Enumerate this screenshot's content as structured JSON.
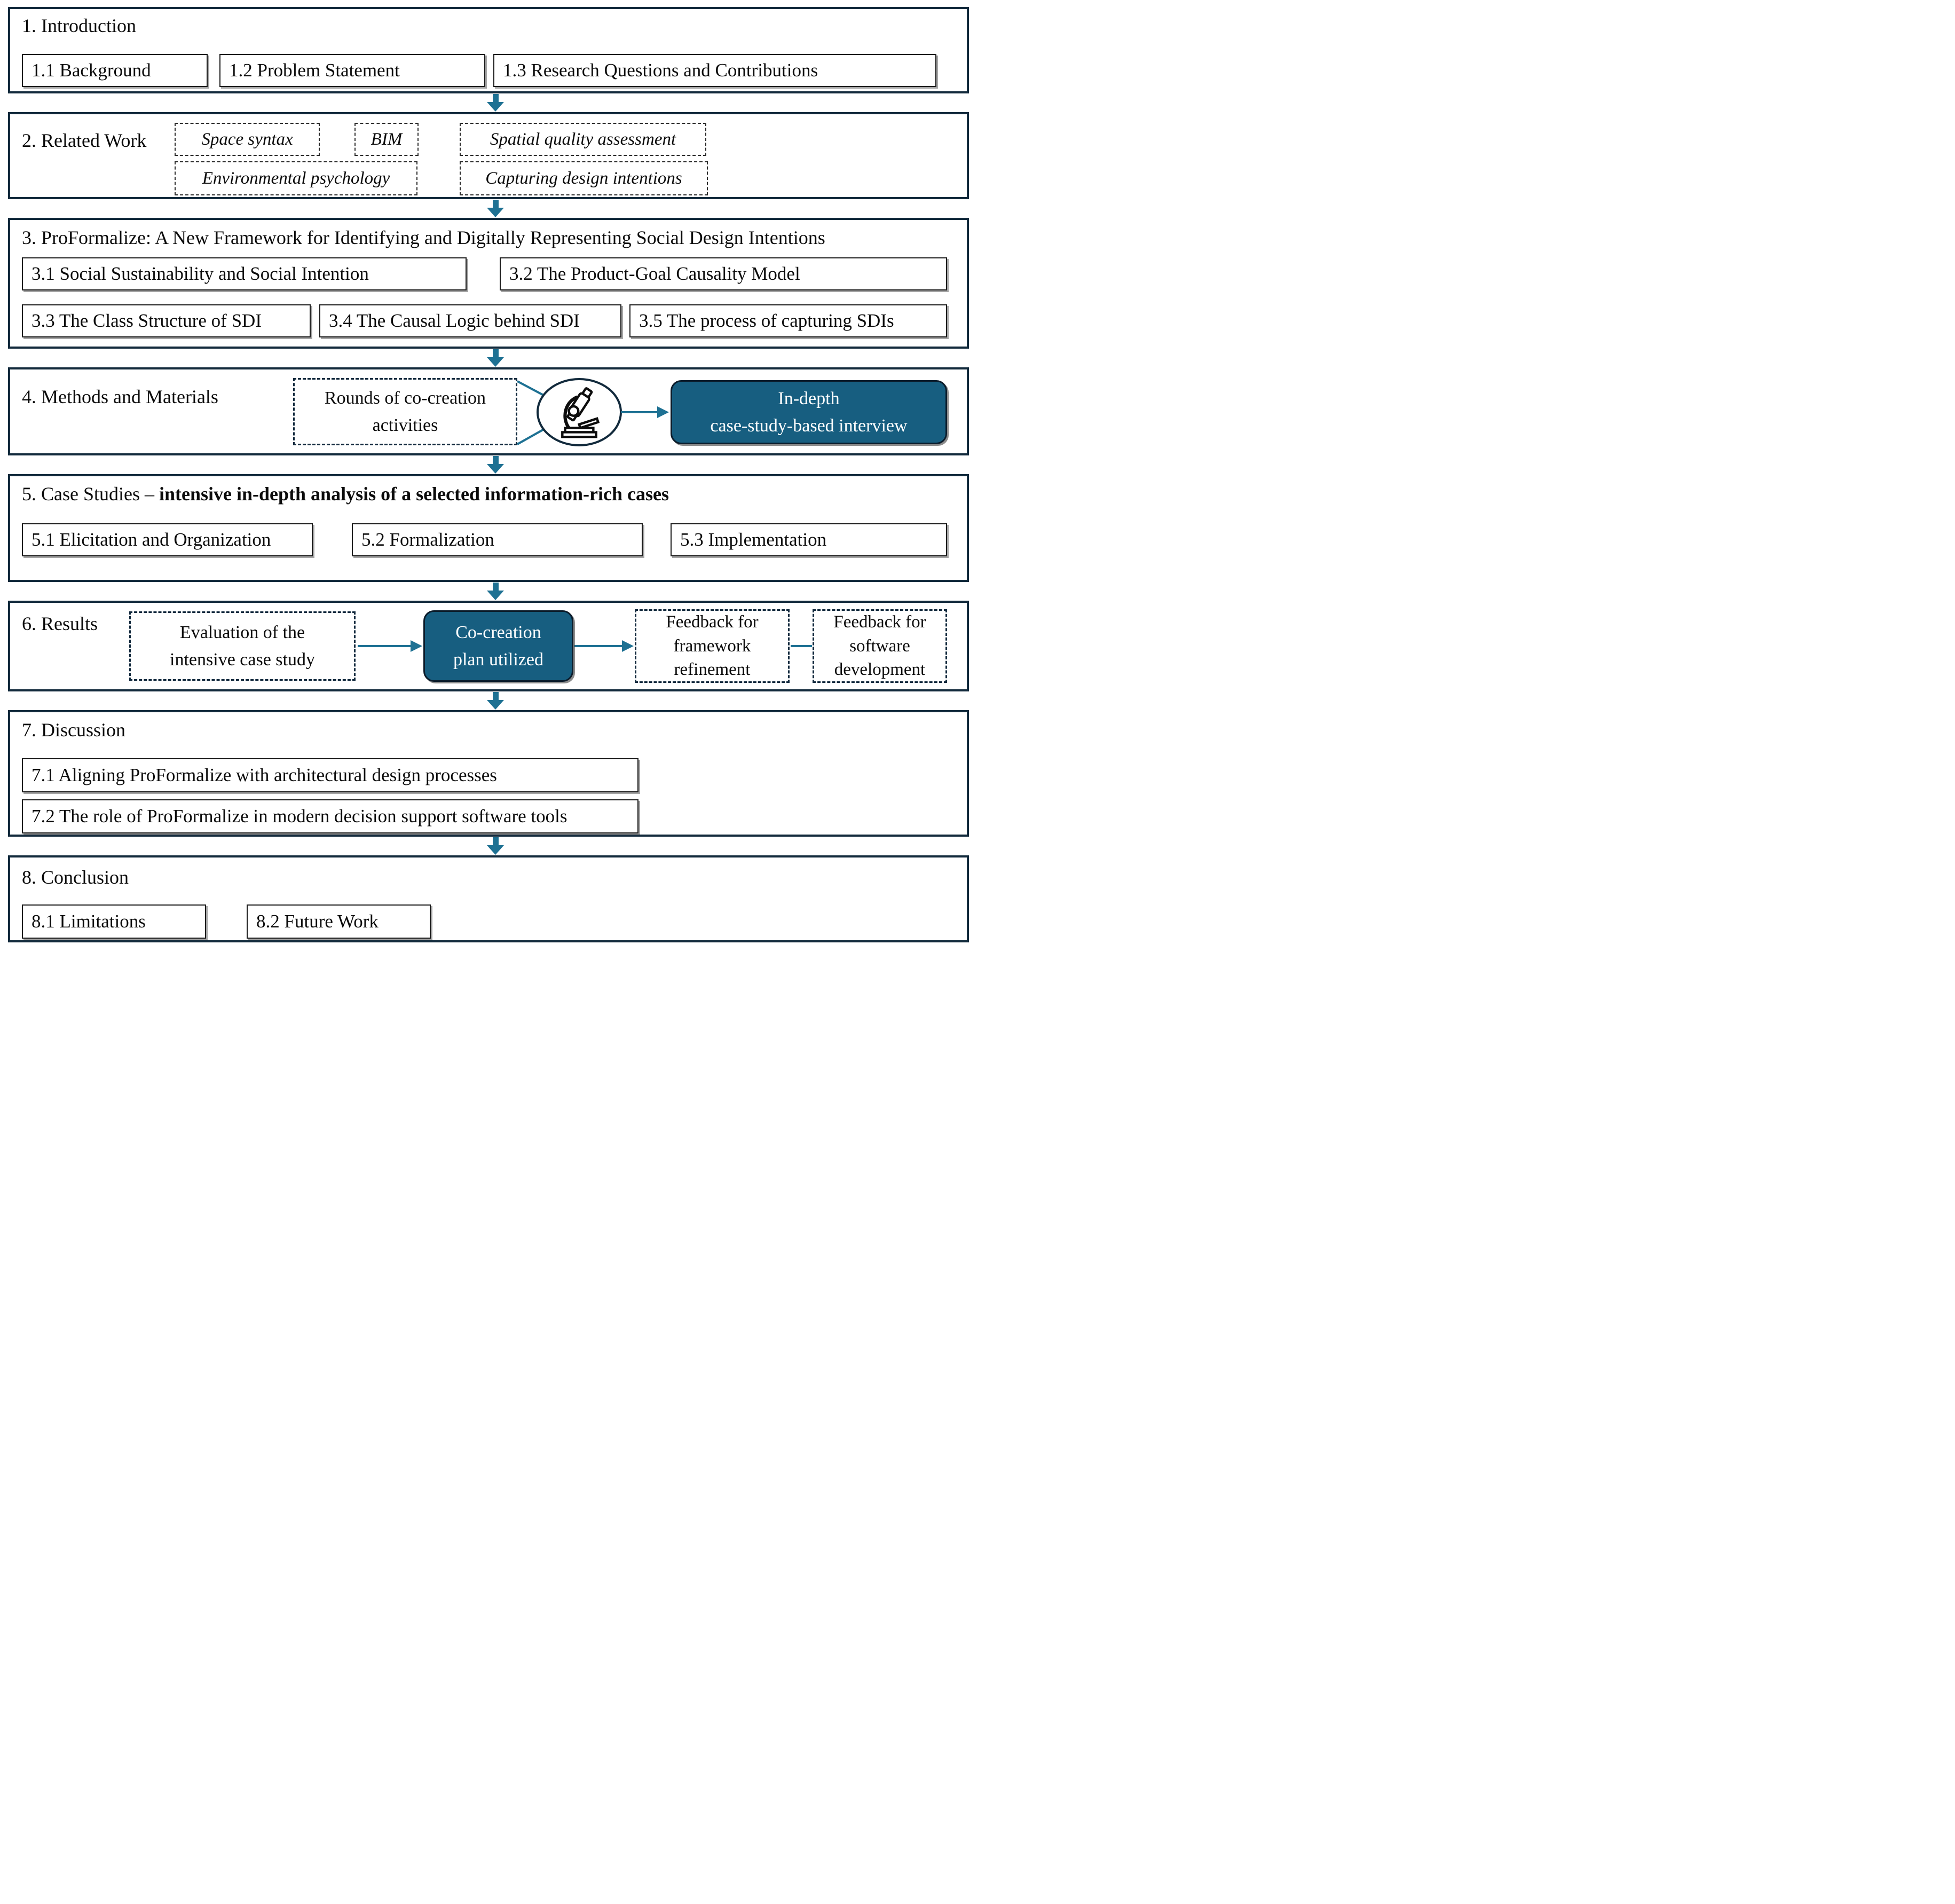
{
  "palette": {
    "section_border": "#122A3C",
    "box_border": "#1C1C1C",
    "dashed_dark": "#132A3E",
    "dashed_thin": "#2B2B2B",
    "teal_fill": "#175E80",
    "teal_box_border": "#0B1C2B",
    "arrow": "#1E7193",
    "text": "#0B0B0B",
    "teal_text": "#FFFFFF"
  },
  "sections": {
    "s1": {
      "title": "1. Introduction",
      "boxes": [
        "1.1 Background",
        "1.2 Problem Statement",
        "1.3 Research Questions and Contributions"
      ]
    },
    "s2": {
      "title": "2. Related Work",
      "topics_row1": [
        "Space syntax",
        "BIM",
        "Spatial quality assessment"
      ],
      "topics_row2": [
        "Environmental psychology",
        "Capturing design intentions"
      ]
    },
    "s3": {
      "title": "3. ProFormalize: A New Framework for Identifying and Digitally Representing Social Design Intentions",
      "boxes_row1": [
        "3.1 Social Sustainability and Social Intention",
        "3.2 The Product-Goal Causality Model"
      ],
      "boxes_row2": [
        "3.3 The Class Structure of SDI",
        "3.4 The Causal Logic behind SDI",
        "3.5 The process of capturing SDIs"
      ]
    },
    "s4": {
      "title": "4. Methods and Materials",
      "rounds_box": {
        "line1": "Rounds of co-creation",
        "line2": "activities"
      },
      "interview_box": {
        "line1": "In-depth",
        "line2": "case-study-based interview"
      },
      "icon": "microscope-icon"
    },
    "s5": {
      "title_regular": "5. Case Studies – ",
      "title_bold": "intensive in-depth analysis of a selected information-rich cases",
      "boxes": [
        "5.1 Elicitation and Organization",
        "5.2 Formalization",
        "5.3 Implementation"
      ]
    },
    "s6": {
      "title": "6. Results",
      "evaluation_box": {
        "line1": "Evaluation of the",
        "line2": "intensive case study"
      },
      "cocreation_box": {
        "line1": "Co-creation",
        "line2": "plan utilized"
      },
      "feedback_framework_box": {
        "line1": "Feedback for",
        "line2": "framework",
        "line3": "refinement"
      },
      "feedback_software_box": {
        "line1": "Feedback for",
        "line2": "software",
        "line3": "development"
      }
    },
    "s7": {
      "title": "7. Discussion",
      "boxes": [
        "7.1 Aligning ProFormalize with architectural design processes",
        "7.2 The role of ProFormalize in modern decision support software tools"
      ]
    },
    "s8": {
      "title": "8. Conclusion",
      "boxes": [
        "8.1 Limitations",
        "8.2 Future Work"
      ]
    }
  }
}
